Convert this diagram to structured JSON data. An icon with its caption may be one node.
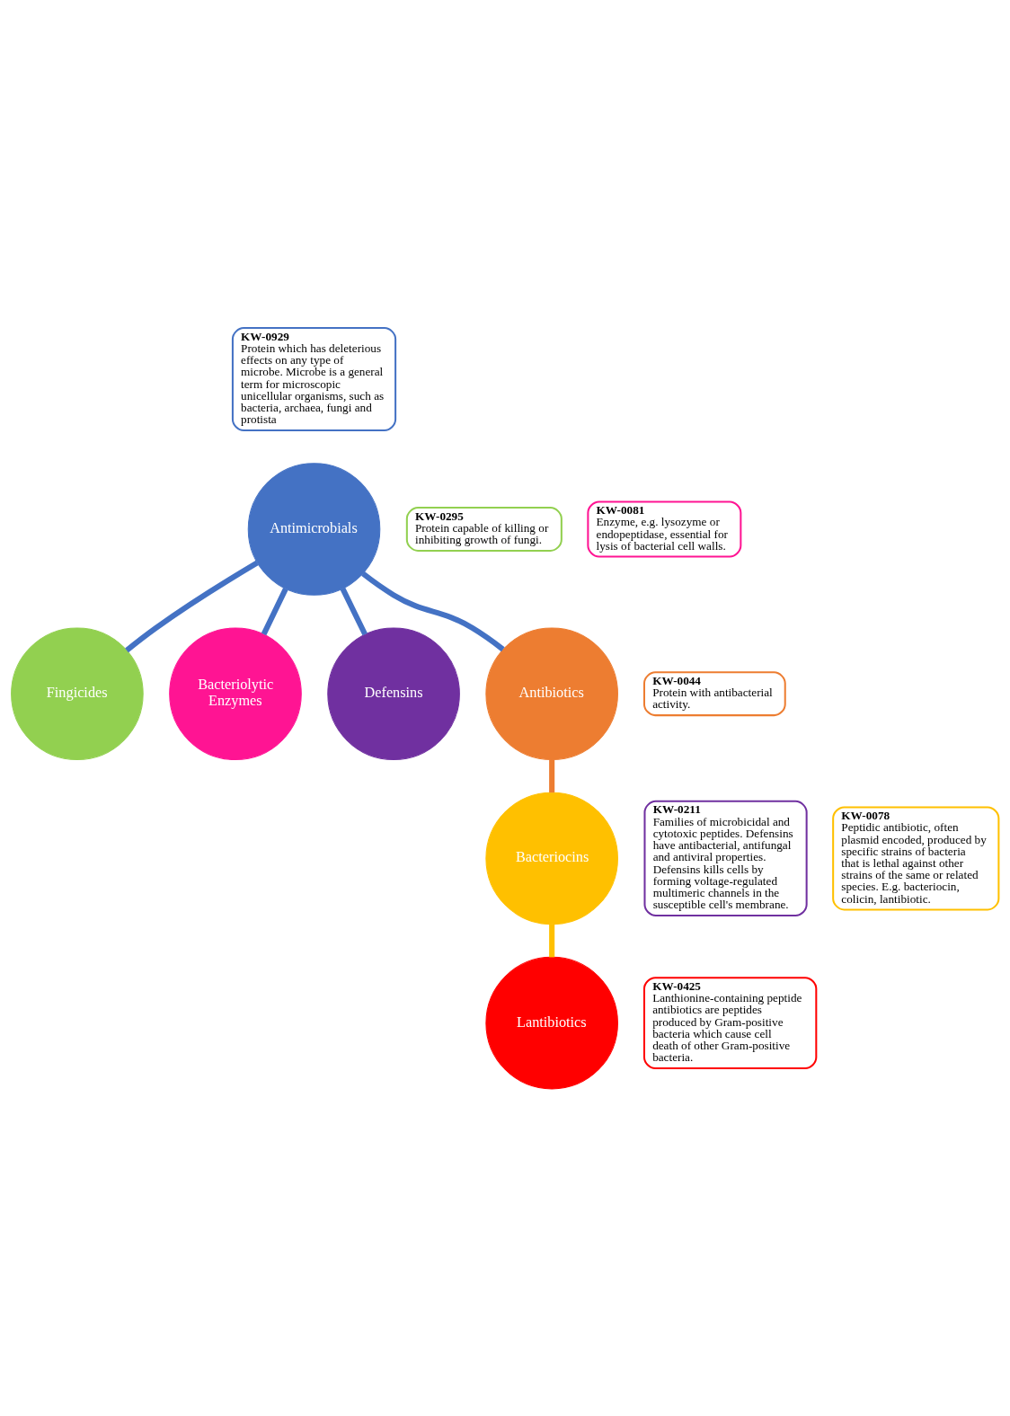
{
  "diagram": {
    "nodes": [
      {
        "text": [
          "Antimicrobials"
        ]
      },
      {
        "text": [
          "Fingicides"
        ]
      },
      {
        "text": [
          "Bacteriolytic Enzymes"
        ]
      },
      {
        "text": [
          "Defensins"
        ]
      },
      {
        "text": [
          "Antibiotics"
        ]
      },
      {
        "text": [
          "Bacteriocins"
        ]
      },
      {
        "text": [
          "Lantibiotics"
        ]
      },
      {
        "text": [
          "KW-0929",
          "Protein which has deleterious effects on any type of microbe. Microbe is a general term for microscopic unicellular organisms, such as bacteria, archaea, fungi and protista"
        ]
      },
      {
        "text": [
          "KW-0295",
          "Protein capable of killing or inhibiting growth of fungi."
        ]
      },
      {
        "text": [
          "KW-0081",
          "Enzyme, e.g. lysozyme or endopeptidase, essential for lysis of bacterial cell walls."
        ]
      },
      {
        "text": [
          "KW-0044",
          "Protein with antibacterial activity."
        ]
      },
      {
        "text": [
          "KW-0211",
          "Families of microbicidal and cytotoxic peptides. Defensins have antibacterial, antifungal and antiviral properties. Defensins kills cells by forming voltage-regulated multimeric channels in the susceptible cell's membrane."
        ]
      },
      {
        "text": [
          "KW-0078",
          "Peptidic antibiotic, often plasmid encoded, produced by specific strains of bacteria that is lethal against other strains of the same or related species. E.g. bacteriocin, colicin, lantibiotic."
        ]
      },
      {
        "text": [
          "KW-0425",
          "Lanthionine-containing peptide antibiotics are peptides produced by Gram-positive bacteria which cause cell death of other Gram-positive bacteria."
        ]
      }
    ],
    "edges": [
      {
        "from": 0,
        "to": 1,
        "arrow": "none"
      },
      {
        "from": 0,
        "to": 2,
        "arrow": "none"
      },
      {
        "from": 0,
        "to": 3,
        "arrow": "none"
      },
      {
        "from": 0,
        "to": 4,
        "arrow": "none"
      },
      {
        "from": 4,
        "to": 5,
        "arrow": "none",
        "color": "#ed7d31"
      },
      {
        "from": 5,
        "to": 6,
        "arrow": "none",
        "color": "#ffc000"
      }
    ]
  }
}
